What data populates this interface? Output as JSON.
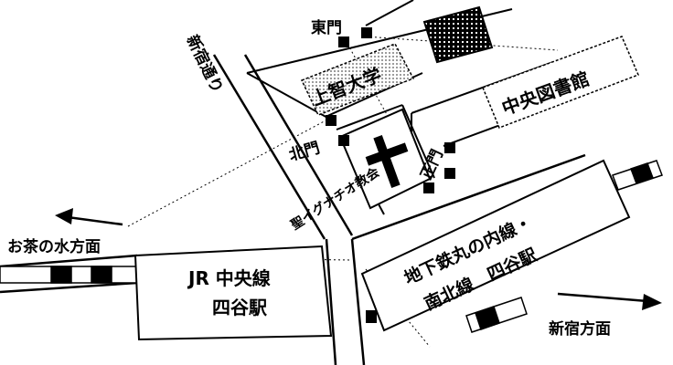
{
  "labels": {
    "east_gate": "東門",
    "sophia_university": "上智大学",
    "central_library": "中央図書館",
    "shinjuku_dori_1": "新宿通り",
    "north_gate": "北門",
    "main_gate": "正門",
    "st_ignatius": "聖イグナチオ教会",
    "ochanomizu_direction": "お茶の水方面",
    "jr_chuo_line_line1": "JR 中央線",
    "jr_chuo_line_line2": "四谷駅",
    "subway_line1": "地下鉄丸の内線・",
    "subway_line2": "南北線　四谷駅",
    "shinjuku_direction": "新宿方面"
  },
  "colors": {
    "ink": "#000000",
    "paper": "#ffffff",
    "stipple": "#b8b8b8"
  }
}
